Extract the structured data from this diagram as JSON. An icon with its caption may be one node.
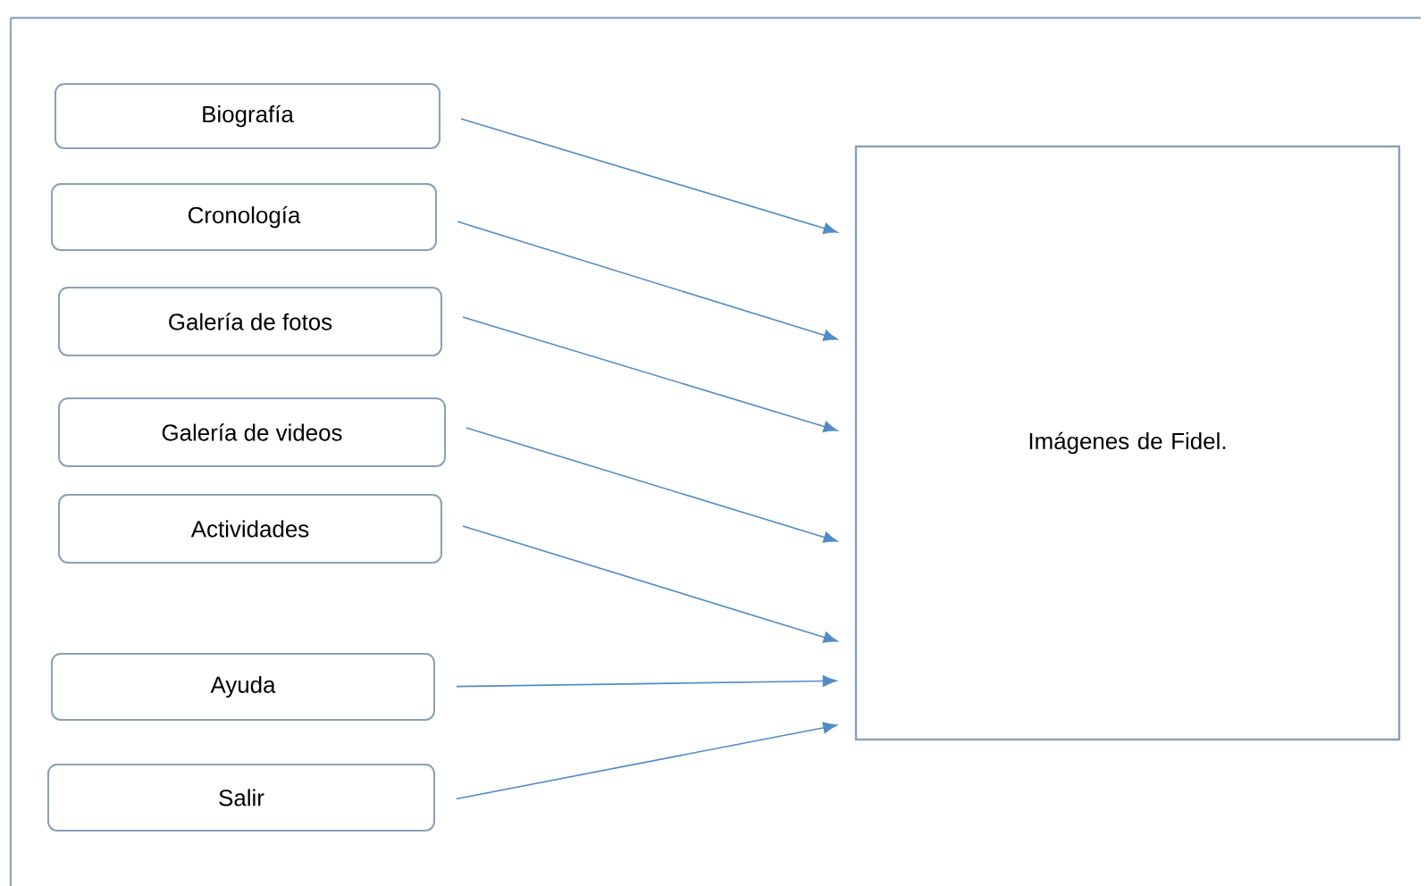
{
  "diagram": {
    "nodes": [
      {
        "text": [
          "Biografía"
        ]
      },
      {
        "text": [
          "Cronología"
        ]
      },
      {
        "text": [
          "Galería de fotos"
        ]
      },
      {
        "text": [
          "Galería de videos"
        ]
      },
      {
        "text": [
          "Actividades"
        ]
      },
      {
        "text": [
          "Ayuda"
        ]
      },
      {
        "text": [
          "Salir"
        ]
      },
      {
        "text": [
          "Imágenes de Fidel."
        ]
      }
    ],
    "edges": [
      {
        "from": 0,
        "to": 7,
        "arrow": "to"
      },
      {
        "from": 1,
        "to": 7,
        "arrow": "to"
      },
      {
        "from": 2,
        "to": 7,
        "arrow": "to"
      },
      {
        "from": 3,
        "to": 7,
        "arrow": "to"
      },
      {
        "from": 4,
        "to": 7,
        "arrow": "to"
      },
      {
        "from": 5,
        "to": 7,
        "arrow": "to"
      },
      {
        "from": 6,
        "to": 7,
        "arrow": "to"
      }
    ]
  }
}
